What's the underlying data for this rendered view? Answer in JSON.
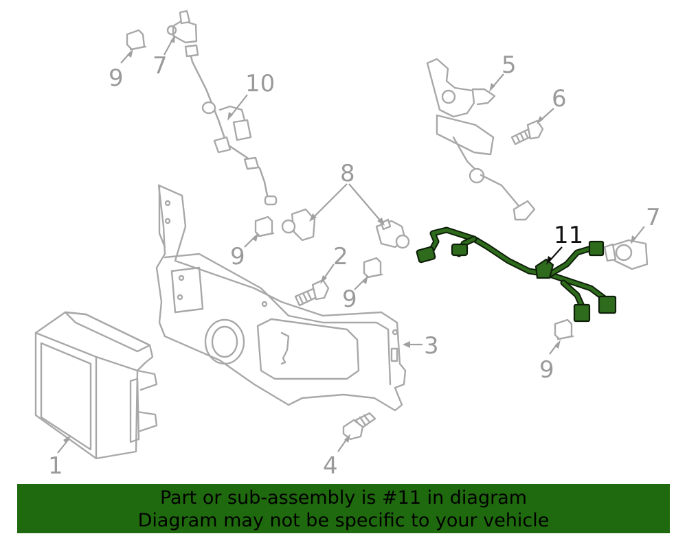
{
  "diagram": {
    "callouts": [
      {
        "id": "1",
        "label": "1"
      },
      {
        "id": "2",
        "label": "2"
      },
      {
        "id": "3",
        "label": "3"
      },
      {
        "id": "4",
        "label": "4"
      },
      {
        "id": "5",
        "label": "5"
      },
      {
        "id": "6",
        "label": "6"
      },
      {
        "id": "7a",
        "label": "7"
      },
      {
        "id": "7b",
        "label": "7"
      },
      {
        "id": "8",
        "label": "8"
      },
      {
        "id": "9a",
        "label": "9"
      },
      {
        "id": "9b",
        "label": "9"
      },
      {
        "id": "9c",
        "label": "9"
      },
      {
        "id": "9d",
        "label": "9"
      },
      {
        "id": "10",
        "label": "10"
      },
      {
        "id": "11",
        "label": "11"
      }
    ],
    "highlighted_part": "11",
    "highlight_color": "#2f6b1c",
    "line_color": "#a8a8a8"
  },
  "banner": {
    "line1": "Part or sub-assembly is #11 in diagram",
    "line2": "Diagram may not be specific to your vehicle",
    "background": "#1f6a0e"
  }
}
